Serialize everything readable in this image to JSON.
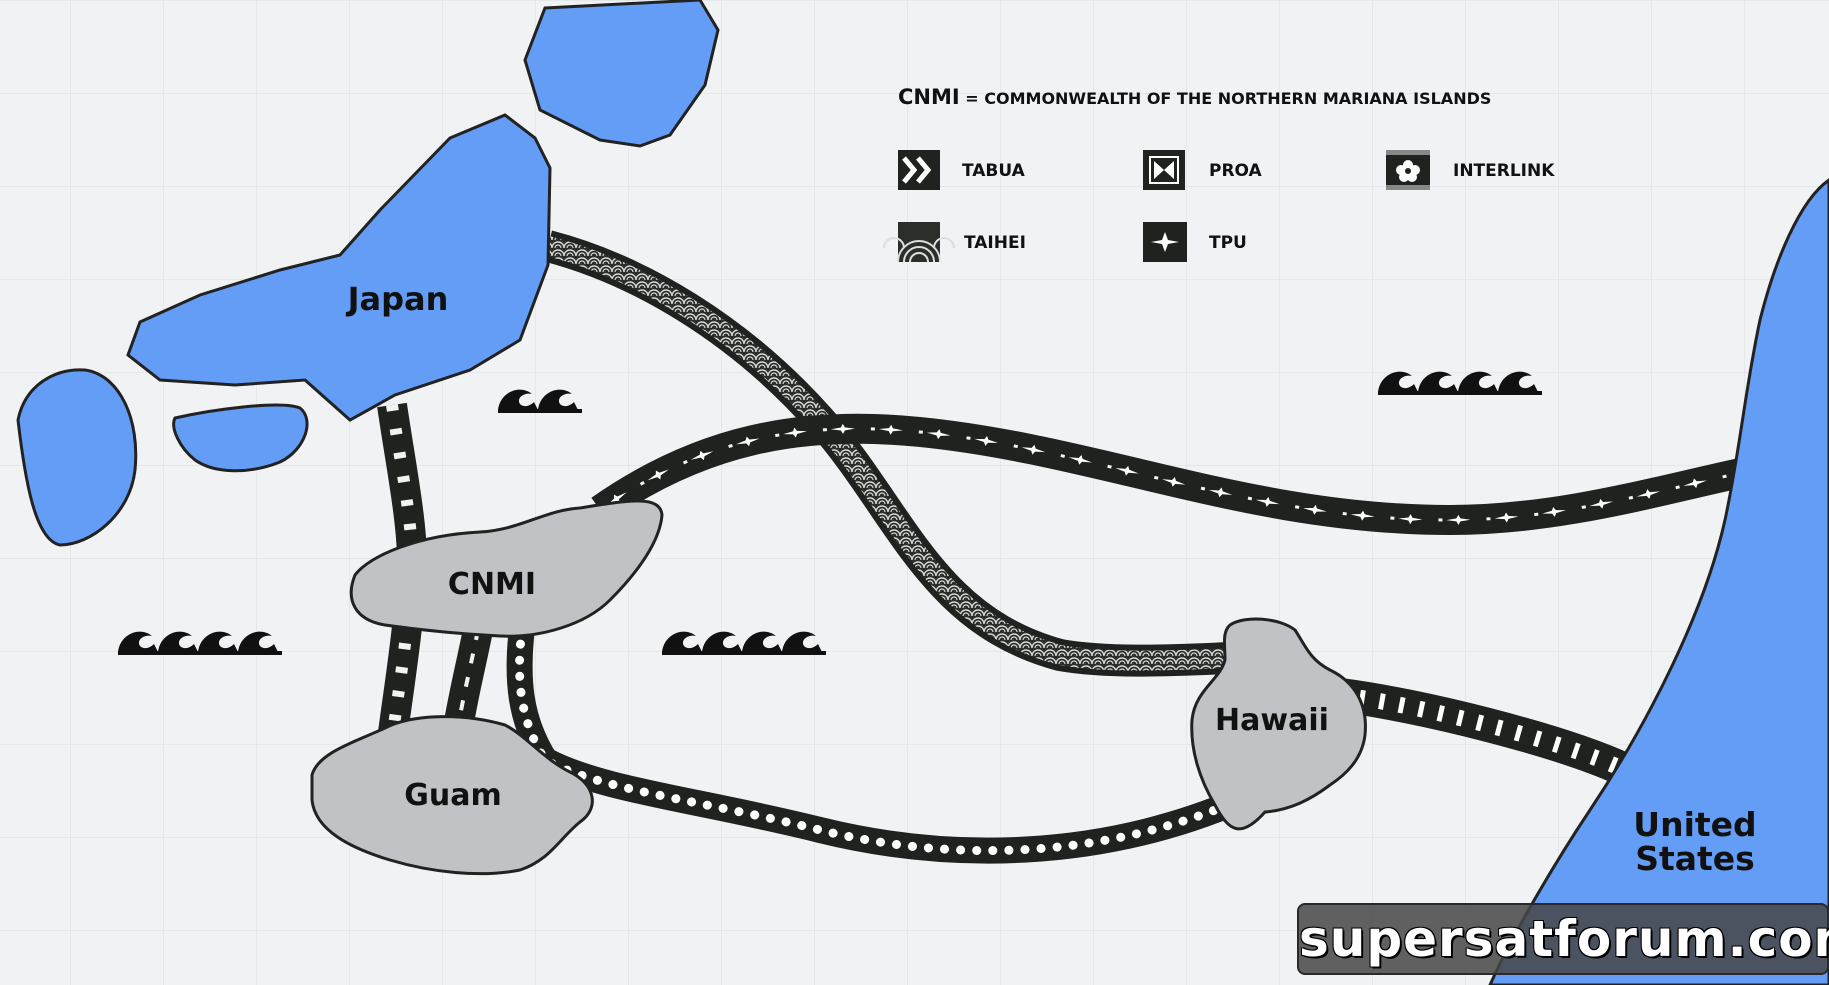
{
  "legend": {
    "header_bold": "CNMI",
    "header_rest": " = COMMONWEALTH OF THE NORTHERN MARIANA ISLANDS",
    "items": [
      {
        "label": "TABUA",
        "icon": "double-chevron-icon"
      },
      {
        "label": "PROA",
        "icon": "proa-icon"
      },
      {
        "label": "INTERLINK",
        "icon": "flower-icon"
      },
      {
        "label": "TAIHEI",
        "icon": "scallop-wave-icon"
      },
      {
        "label": "TPU",
        "icon": "four-point-star-icon"
      }
    ]
  },
  "places": {
    "japan": "Japan",
    "cnmi": "CNMI",
    "guam": "Guam",
    "hawaii": "Hawaii",
    "united_states_line1": "United",
    "united_states_line2": "States"
  },
  "watermark": "supersatforum.com",
  "colors": {
    "background": "#f1f2f4",
    "grid": "#e2e3e6",
    "land_blue": "#649df5",
    "island_gray": "#c1c2c5",
    "cable": "#1f221f",
    "outline": "#222222"
  }
}
